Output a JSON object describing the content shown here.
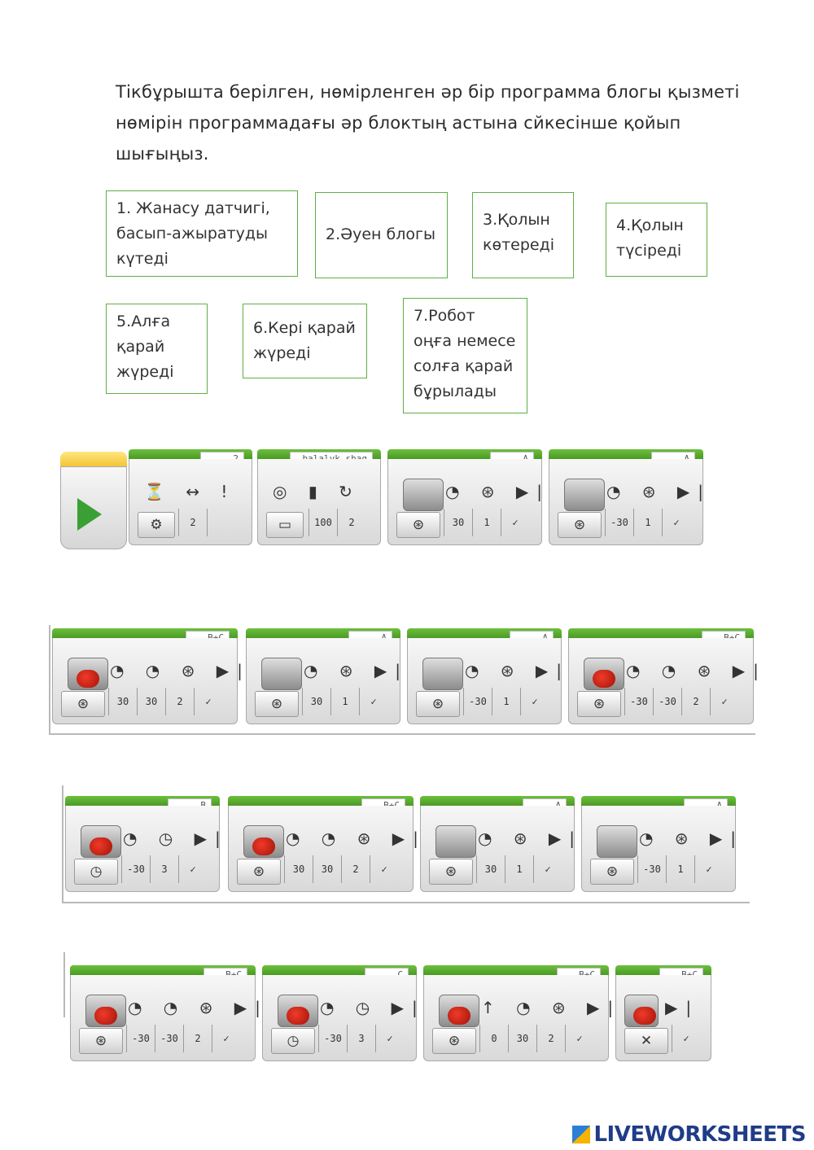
{
  "instruction": {
    "line1": "Тікбұрышта берілген, нөмірленген  әр бір программа блогы қызметі",
    "line2": "нөмірін  программадағы әр блоктың астына сйкесінше қойып",
    "line3": "шығыңыз."
  },
  "boxes": [
    {
      "text": "1. Жанасу датчигі, басып-ажыратуды күтеді"
    },
    {
      "text": "2.Әуен блогы"
    },
    {
      "text": "3.Қолын көтереді"
    },
    {
      "text": "4.Қолын түсіреді"
    },
    {
      "text": "5.Алға қарай жүреді"
    },
    {
      "text": "6.Кері қарай жүреді"
    },
    {
      "text": "7.Робот оңға немесе солға қарай бұрылады"
    }
  ],
  "rows": [
    {
      "blocks": [
        {
          "port": "2",
          "params": [
            "2",
            ""
          ],
          "icons": "⏳ ↔ !",
          "mode": "⚙"
        },
        {
          "port": "balalyk shaq",
          "params": [
            "100",
            "2"
          ],
          "icons": "◎ ▮ ↻",
          "mode": "▭"
        },
        {
          "port": "A",
          "params": [
            "30",
            "1",
            "✓"
          ],
          "icons": "◔ ⊛ ▶|",
          "mode": "⊛"
        },
        {
          "port": "A",
          "params": [
            "-30",
            "1",
            "✓"
          ],
          "icons": "◔ ⊛ ▶|",
          "mode": "⊛"
        }
      ]
    },
    {
      "blocks": [
        {
          "port": "B+C",
          "params": [
            "30",
            "30",
            "2",
            "✓"
          ],
          "icons": "◔ ◔ ⊛ ▶|",
          "mode": "⊛"
        },
        {
          "port": "A",
          "params": [
            "30",
            "1",
            "✓"
          ],
          "icons": "◔ ⊛ ▶|",
          "mode": "⊛"
        },
        {
          "port": "A",
          "params": [
            "-30",
            "1",
            "✓"
          ],
          "icons": "◔ ⊛ ▶|",
          "mode": "⊛"
        },
        {
          "port": "B+C",
          "params": [
            "-30",
            "-30",
            "2",
            "✓"
          ],
          "icons": "◔ ◔ ⊛ ▶|",
          "mode": "⊛"
        }
      ]
    },
    {
      "blocks": [
        {
          "port": "B",
          "params": [
            "-30",
            "3",
            "✓"
          ],
          "icons": "◔ ◷ ▶|",
          "mode": "◷"
        },
        {
          "port": "B+C",
          "params": [
            "30",
            "30",
            "2",
            "✓"
          ],
          "icons": "◔ ◔ ⊛ ▶|",
          "mode": "⊛"
        },
        {
          "port": "A",
          "params": [
            "30",
            "1",
            "✓"
          ],
          "icons": "◔ ⊛ ▶|",
          "mode": "⊛"
        },
        {
          "port": "A",
          "params": [
            "-30",
            "1",
            "✓"
          ],
          "icons": "◔ ⊛ ▶|",
          "mode": "⊛"
        }
      ]
    },
    {
      "blocks": [
        {
          "port": "B+C",
          "params": [
            "-30",
            "-30",
            "2",
            "✓"
          ],
          "icons": "◔ ◔ ⊛ ▶|",
          "mode": "⊛"
        },
        {
          "port": "C",
          "params": [
            "-30",
            "3",
            "✓"
          ],
          "icons": "◔ ◷ ▶|",
          "mode": "◷"
        },
        {
          "port": "B+C",
          "params": [
            "0",
            "30",
            "2",
            "✓"
          ],
          "icons": "↑ ◔ ⊛ ▶|",
          "mode": "⊛"
        },
        {
          "port": "B+C",
          "params": [
            "✓"
          ],
          "icons": "▶|",
          "mode": "✕"
        }
      ]
    }
  ],
  "brand": "LIVEWORKSHEETS"
}
